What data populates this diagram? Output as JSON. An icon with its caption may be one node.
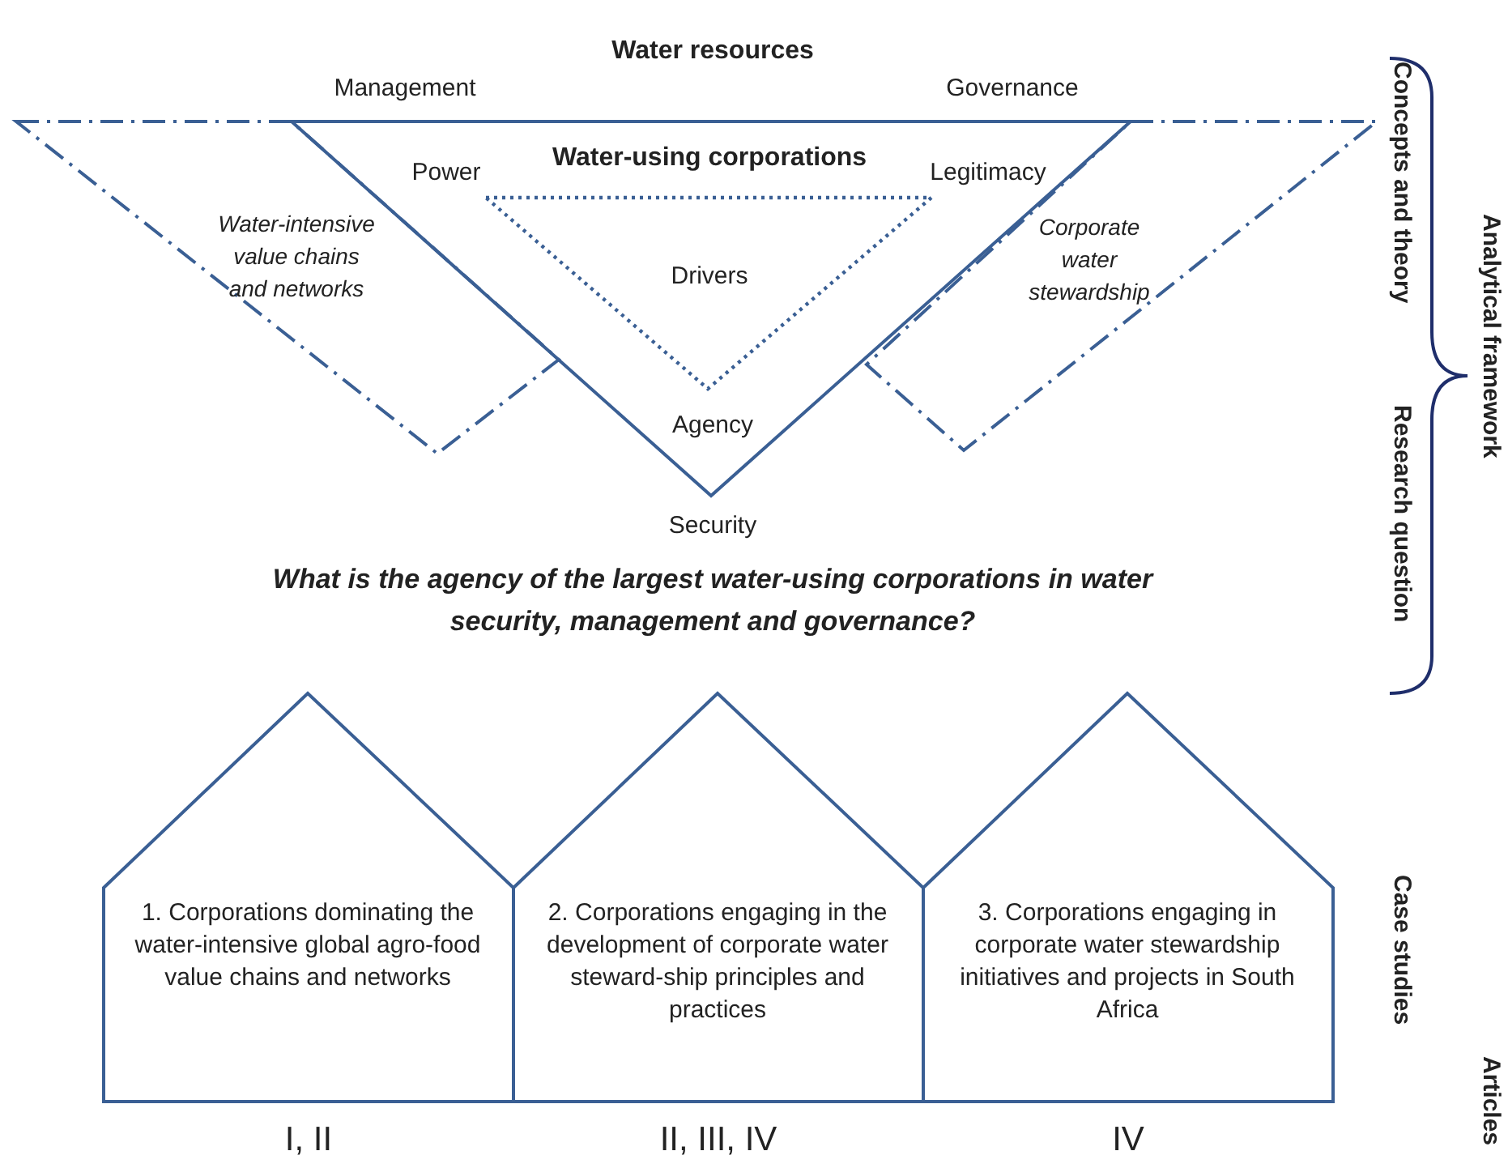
{
  "diagram": {
    "nodes": [
      {
        "text": [
          "Water resources"
        ]
      },
      {
        "text": [
          "Water-using corporations",
          "Drivers"
        ],
        "in": 0
      },
      {
        "text": [
          "Water-intensive value chains and networks"
        ]
      },
      {
        "text": [
          "Corporate water stewardship"
        ]
      },
      {
        "text": [
          "1. Corporations dominating the water-intensive global agro-food value chains and networks"
        ],
        "beside": [
          "I, II"
        ]
      },
      {
        "text": [
          "2. Corporations engaging in the development of corporate water steward-ship principles and practices"
        ],
        "beside": [
          "II, III, IV"
        ]
      },
      {
        "text": [
          "3. Corporations engaging in corporate water stewardship initiatives and projects in South Africa"
        ],
        "beside": [
          "IV"
        ]
      }
    ],
    "edges": [],
    "labels": [
      "Management",
      "Governance",
      "Power",
      "Legitimacy",
      "Agency",
      "Security",
      "What is the agency of the largest water-using corporations in water security, management and governance?",
      "Concepts and theory",
      "Analytical framework",
      "Research question",
      "Case studies",
      "Articles"
    ]
  }
}
